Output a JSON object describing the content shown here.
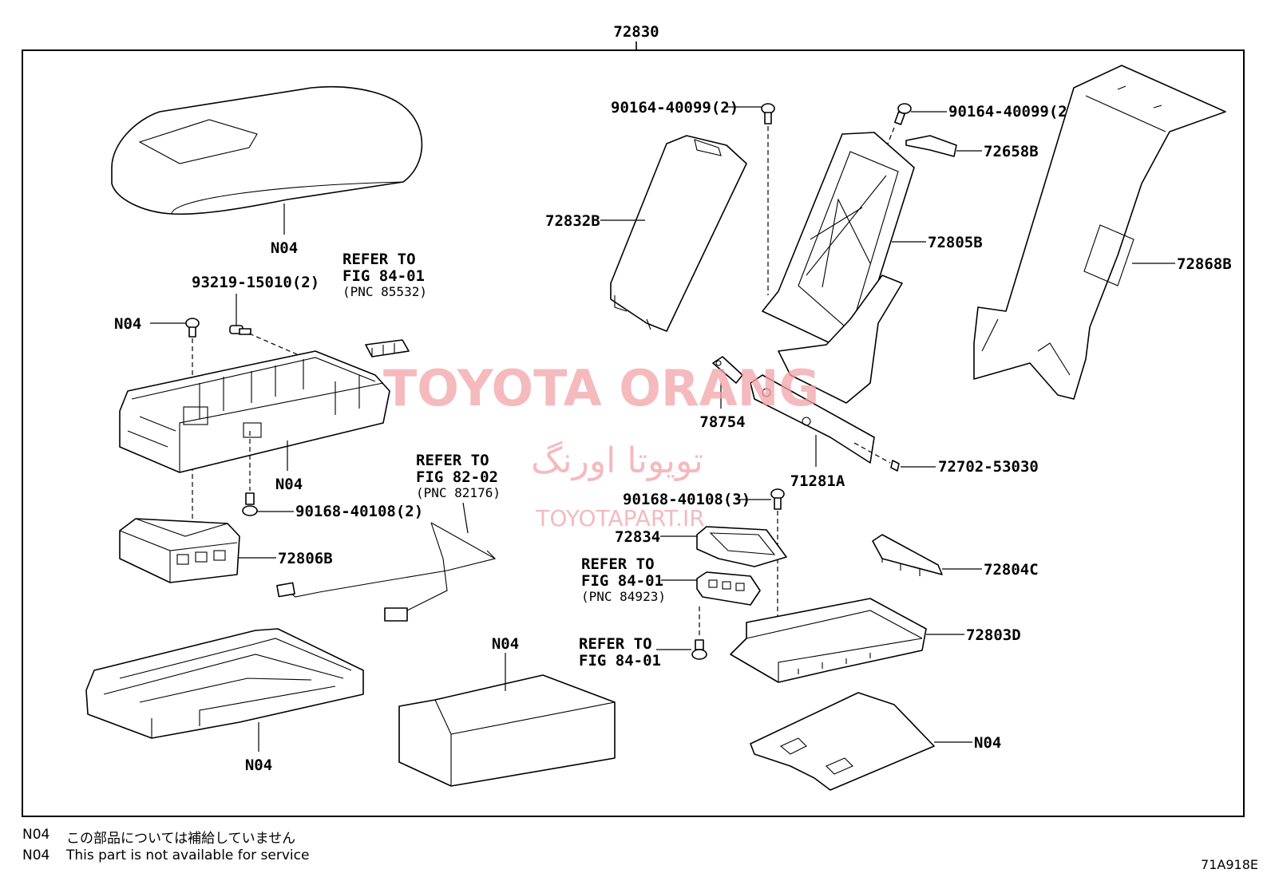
{
  "assembly_label": "72830",
  "watermark": {
    "brand": "TOYOTA ORANG",
    "persian": "تویوتا اورنگ",
    "site": "TOYOTAPART.IR"
  },
  "labels": {
    "n04_lid": "N04",
    "screw_93219": "93219-15010(2)",
    "refer_85532_l1": "REFER TO",
    "refer_85532_l2": "FIG 84-01",
    "refer_85532_l3": "(PNC 85532)",
    "n04_screw_left": "N04",
    "n04_box": "N04",
    "screw_90168_2": "90168-40108(2)",
    "p72806b": "72806B",
    "refer_82176_l1": "REFER TO",
    "refer_82176_l2": "FIG 82-02",
    "refer_82176_l3": "(PNC 82176)",
    "n04_tray": "N04",
    "n04_carton": "N04",
    "screw_90164_left": "90164-40099(2)",
    "screw_90164_right": "90164-40099(2)",
    "p72658b": "72658B",
    "p72832b": "72832B",
    "p72805b": "72805B",
    "p72868b": "72868B",
    "p78754": "78754",
    "p71281a": "71281A",
    "p72702": "72702-53030",
    "screw_90168_3": "90168-40108(3)",
    "p72834": "72834",
    "refer_84923_l1": "REFER TO",
    "refer_84923_l2": "FIG 84-01",
    "refer_84923_l3": "(PNC 84923)",
    "refer_8401_l1": "REFER TO",
    "refer_8401_l2": "FIG 84-01",
    "p72804c": "72804C",
    "p72803d": "72803D",
    "n04_mat": "N04"
  },
  "notes": [
    {
      "code": "N04",
      "text": "この部品については補給していません"
    },
    {
      "code": "N04",
      "text": "This part is not available for service"
    }
  ],
  "figure_code": "71A918E"
}
